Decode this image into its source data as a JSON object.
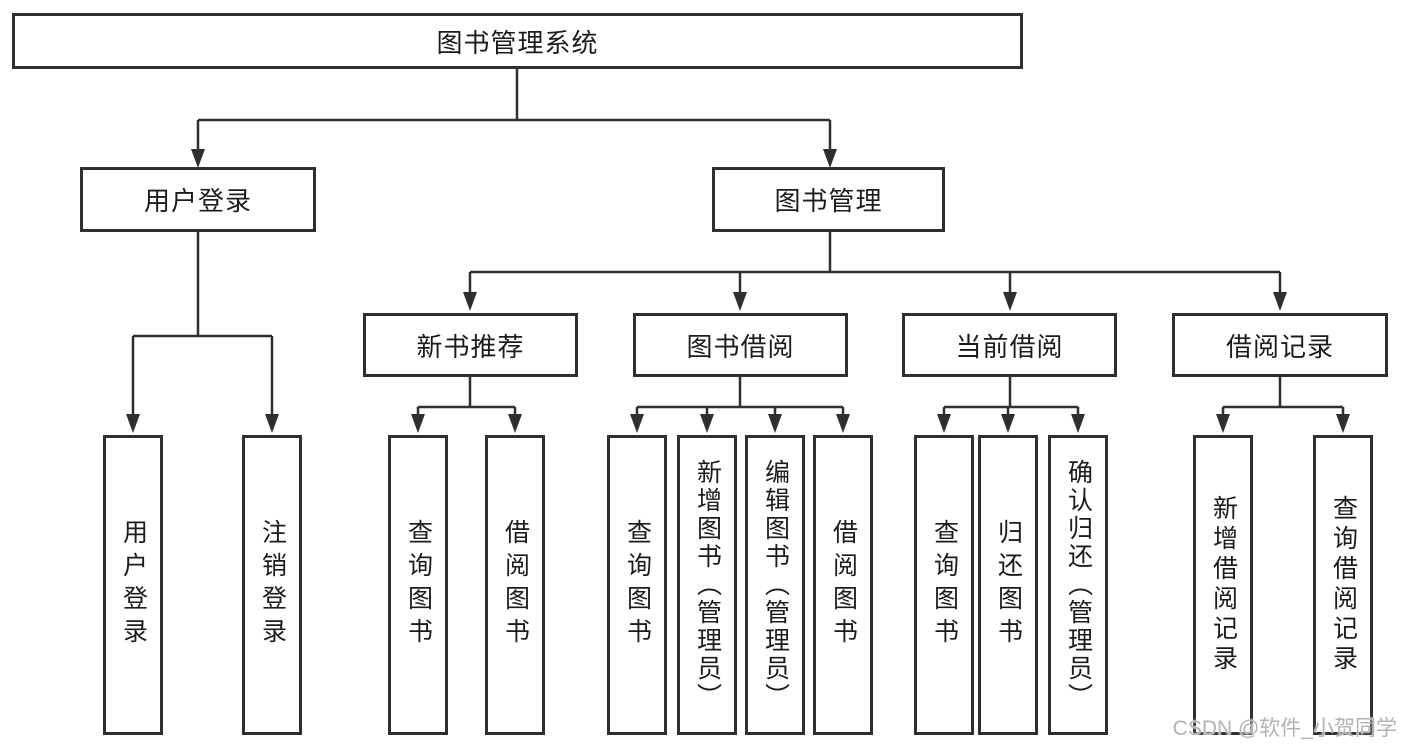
{
  "colors": {
    "line": "#2f2f2f",
    "box_border": "#2f2f2f",
    "text": "#1c1c1c",
    "background": "#ffffff",
    "watermark": "#b3b3b3"
  },
  "watermark": {
    "text": "CSDN @软件_小贺同学"
  },
  "tree": {
    "root": "图书管理系统",
    "branches": [
      {
        "label": "用户登录",
        "children": [
          "用户登录",
          "注销登录"
        ]
      },
      {
        "label": "图书管理",
        "groups": [
          {
            "label": "新书推荐",
            "children": [
              "查询图书",
              "借阅图书"
            ]
          },
          {
            "label": "图书借阅",
            "children": [
              "查询图书",
              "新增图书（管理员）",
              "编辑图书（管理员）",
              "借阅图书"
            ]
          },
          {
            "label": "当前借阅",
            "children": [
              "查询图书",
              "归还图书",
              "确认归还（管理员）"
            ]
          },
          {
            "label": "借阅记录",
            "children": [
              "新增借阅记录",
              "查询借阅记录"
            ]
          }
        ]
      }
    ]
  }
}
